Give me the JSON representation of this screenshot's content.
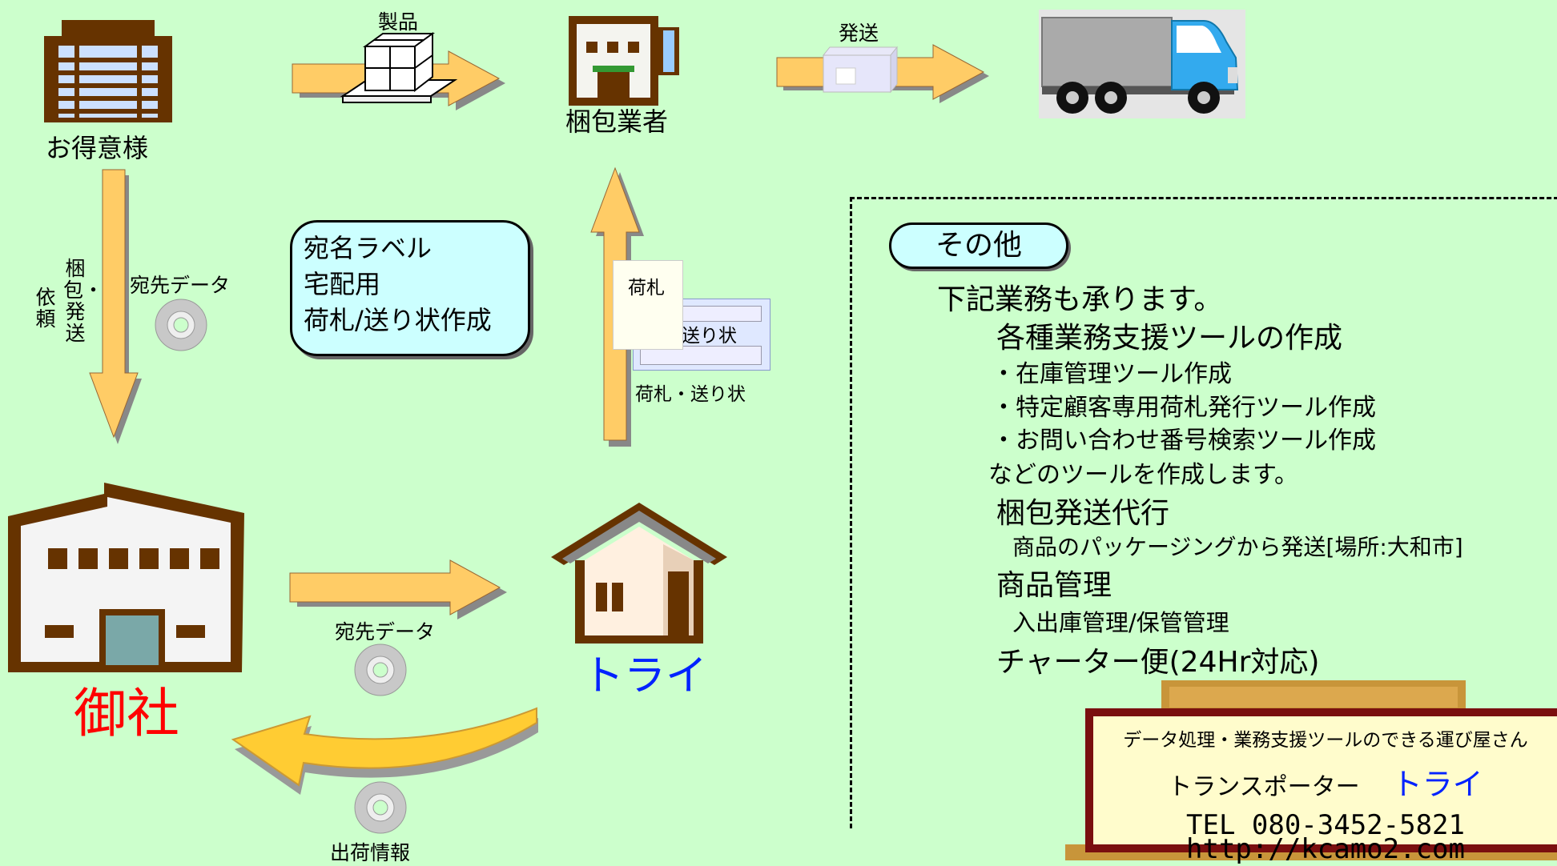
{
  "nodes": {
    "client": "お得意様",
    "packer": "梱包業者",
    "your_company": "御社",
    "try_company": "トライ"
  },
  "arrows": {
    "product": "製品",
    "shipping": "発送",
    "request_line1": "梱包・発送",
    "request_line2": "依頼",
    "address_data_left": "宛先データ",
    "tag_slip": "荷札・送り状",
    "address_data_bottom": "宛先データ",
    "shipment_info": "出荷情報"
  },
  "documents": {
    "tag": "荷札",
    "slip": "送り状"
  },
  "bubble": {
    "line1": "宛名ラベル",
    "line2": "宅配用",
    "line3": "荷札/送り状作成"
  },
  "other_services": {
    "title": "その他",
    "lead": "下記業務も承ります。",
    "tools_heading": "各種業務支援ツールの作成",
    "tools_items": [
      "・在庫管理ツール作成",
      "・特定顧客専用荷札発行ツール作成",
      "・お問い合わせ番号検索ツール作成"
    ],
    "tools_note": "などのツールを作成します。",
    "packing_heading": "梱包発送代行",
    "packing_detail": "商品のパッケージングから発送[場所:大和市]",
    "product_heading": "商品管理",
    "product_detail": "入出庫管理/保管管理",
    "charter": "チャーター便(24Hr対応)"
  },
  "signboard": {
    "tagline": "データ処理・業務支援ツールのできる運び屋さん",
    "company_prefix": "トランスポーター",
    "company_name": "トライ",
    "tel": "TEL 080-3452-5821",
    "url": "http://kcamo2.com"
  },
  "colors": {
    "background": "#ccffcc",
    "arrow_fill": "#ffcc66",
    "building_brown": "#663300",
    "your_company_red": "#ff0000",
    "try_blue": "#0022ff",
    "sign_frame": "#7a0f0f"
  }
}
